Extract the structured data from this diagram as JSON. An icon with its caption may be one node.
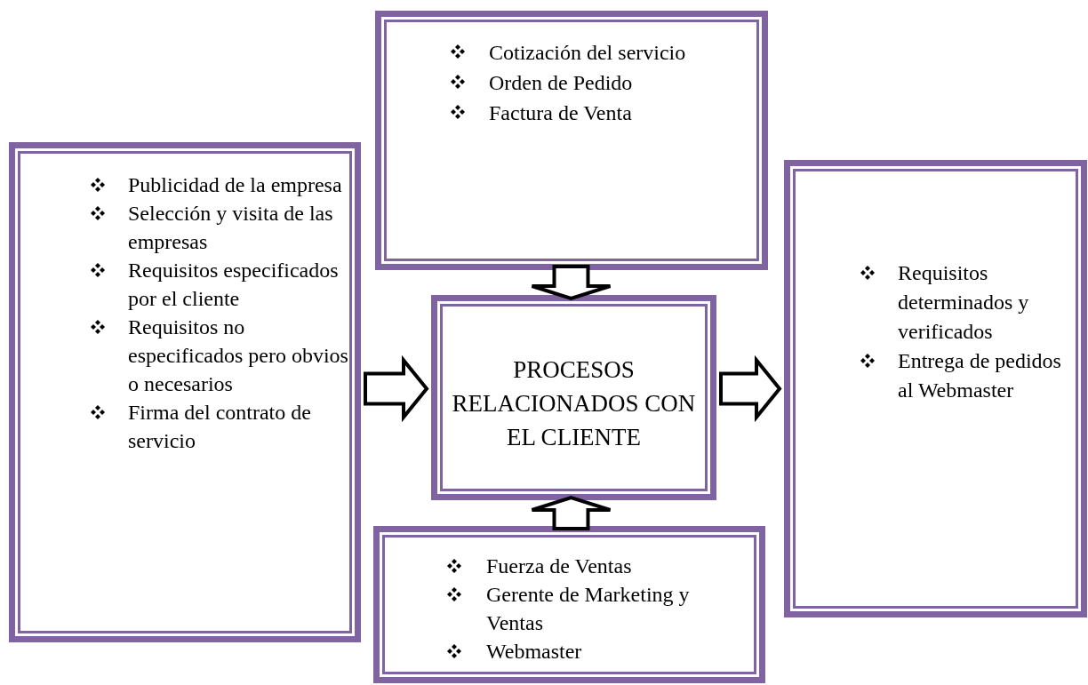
{
  "diagram": {
    "nodes": [
      {
        "text": [
          "Publicidad de la empresa",
          "Selección y visita de las empresas",
          "Requisitos especificados por el cliente",
          "Requisitos no especificados pero obvios o necesarios",
          "Firma del contrato de servicio"
        ]
      },
      {
        "text": [
          "Cotización del servicio",
          "Orden de Pedido",
          "Factura de Venta"
        ]
      },
      {
        "text": [
          "PROCESOS RELACIONADOS CON EL CLIENTE"
        ]
      },
      {
        "text": [
          "Fuerza de Ventas",
          "Gerente de Marketing y Ventas",
          "Webmaster"
        ]
      },
      {
        "text": [
          "Requisitos determinados y verificados",
          "Entrega de pedidos al Webmaster"
        ]
      }
    ],
    "edges": [
      {
        "from": 0,
        "to": 2,
        "arrow": "to"
      },
      {
        "from": 1,
        "to": 2,
        "arrow": "to"
      },
      {
        "from": 3,
        "to": 2,
        "arrow": "to"
      },
      {
        "from": 2,
        "to": 4,
        "arrow": "to"
      }
    ]
  }
}
